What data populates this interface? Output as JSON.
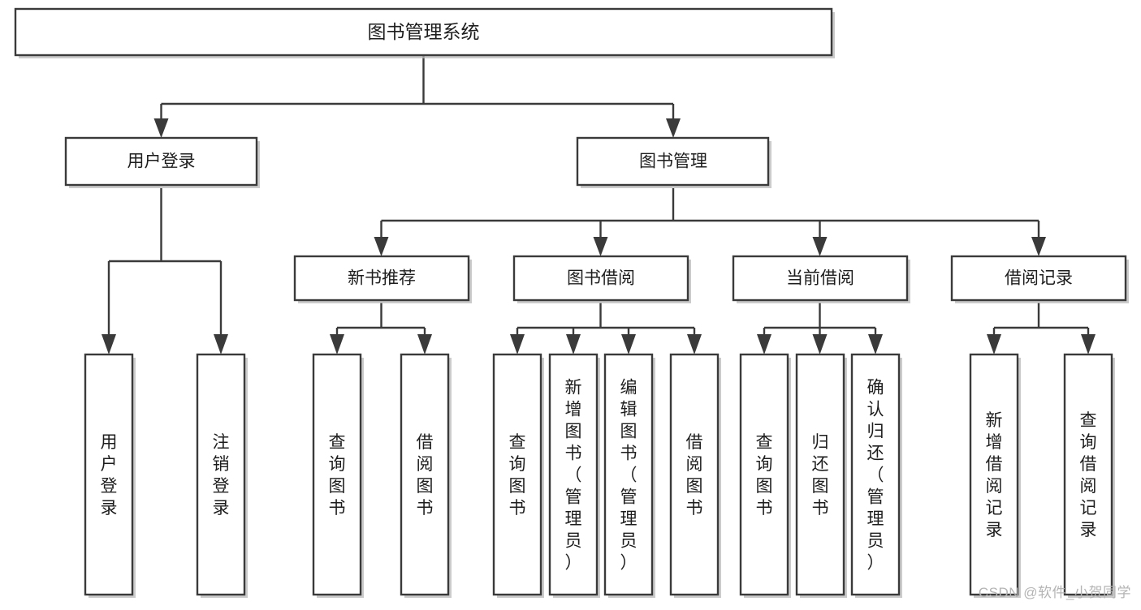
{
  "diagram": {
    "type": "tree",
    "title": "图书管理系统",
    "watermark": "CSDN @软件_小贺同学",
    "colors": {
      "box_stroke": "#3a3a3a",
      "box_fill": "#ffffff",
      "text": "#1d1d1d",
      "background": "#ffffff",
      "watermark": "#b4b4b4"
    },
    "root": {
      "label": "图书管理系统",
      "level": 1
    },
    "level2": [
      {
        "label": "用户登录"
      },
      {
        "label": "图书管理"
      }
    ],
    "level3": [
      {
        "label": "新书推荐"
      },
      {
        "label": "图书借阅"
      },
      {
        "label": "当前借阅"
      },
      {
        "label": "借阅记录"
      }
    ],
    "leaves": {
      "user_login": [
        {
          "label": "用户登录"
        },
        {
          "label": "注销登录"
        }
      ],
      "new_book": [
        {
          "label": "查询图书"
        },
        {
          "label": "借阅图书"
        }
      ],
      "book_borrow": [
        {
          "label": "查询图书"
        },
        {
          "label": "新增图书（管理员）"
        },
        {
          "label": "编辑图书（管理员）"
        },
        {
          "label": "借阅图书"
        }
      ],
      "current_borrow": [
        {
          "label": "查询图书"
        },
        {
          "label": "归还图书"
        },
        {
          "label": "确认归还（管理员）"
        }
      ],
      "borrow_record": [
        {
          "label": "新增借阅记录"
        },
        {
          "label": "查询借阅记录"
        }
      ]
    }
  }
}
